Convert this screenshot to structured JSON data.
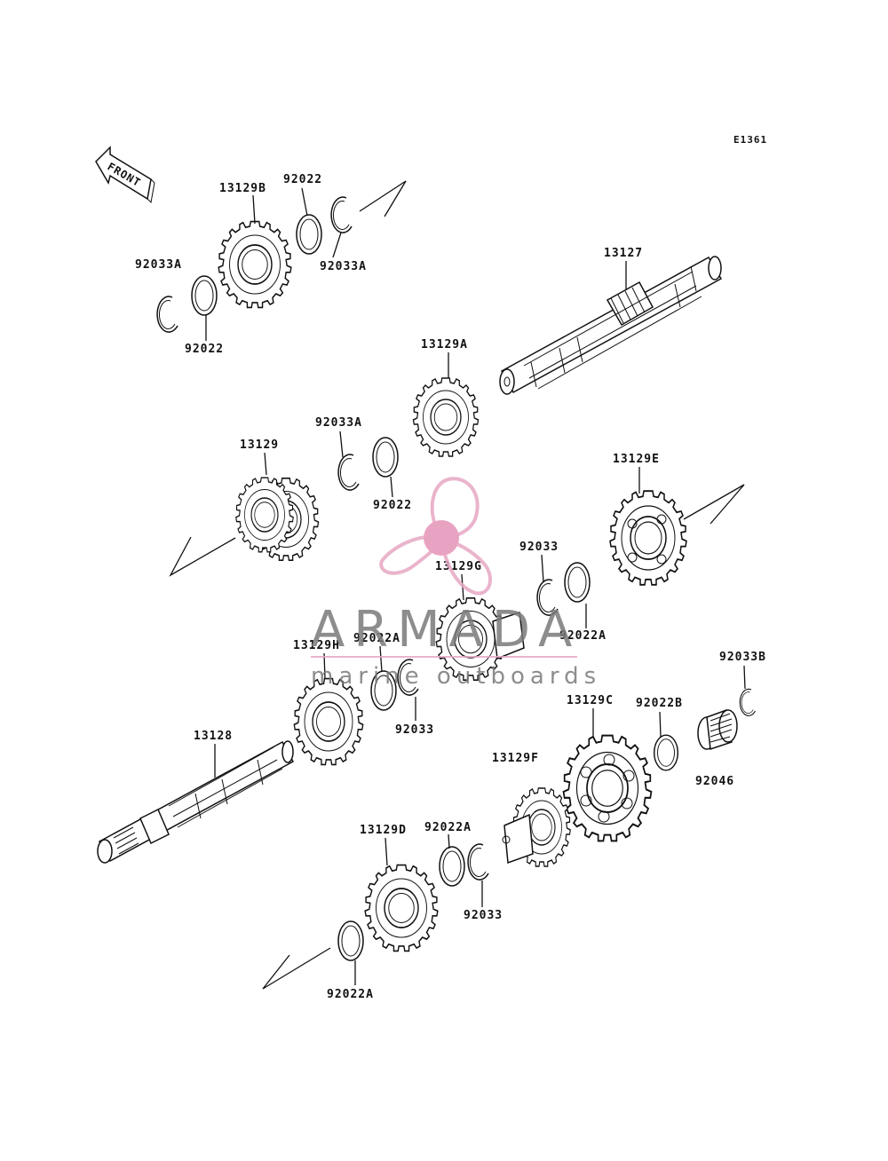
{
  "diagram": {
    "ref_code": "E1361",
    "front_label": "FRONT",
    "labels": {
      "p13129B": "13129B",
      "p92022_top": "92022",
      "p92033A_left": "92033A",
      "p92033A_right": "92033A",
      "p92022_left": "92022",
      "p13127": "13127",
      "p13129A": "13129A",
      "p92033A_mid": "92033A",
      "p13129": "13129",
      "p92022_mid": "92022",
      "p13129E": "13129E",
      "p92033_right": "92033",
      "p13129G": "13129G",
      "p92022A_right": "92022A",
      "p13129H": "13129H",
      "p92022A_mid": "92022A",
      "p92033_mid": "92033",
      "p92033B": "92033B",
      "p13129C": "13129C",
      "p92022B": "92022B",
      "p13128": "13128",
      "p13129F": "13129F",
      "p92046": "92046",
      "p13129D": "13129D",
      "p92022A_low": "92022A",
      "p92033_low": "92033",
      "p92022A_bottom": "92022A"
    }
  },
  "watermark": {
    "brand": "ARMADA",
    "tagline": "marine outboards",
    "logo_color": "#e7a8c4",
    "logo_center_color": "#e693b8"
  }
}
